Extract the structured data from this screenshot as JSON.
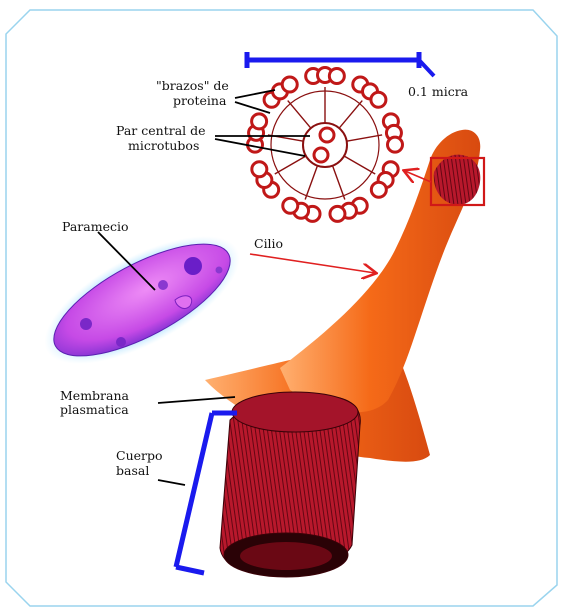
{
  "labels": {
    "brazos_line1": "\"brazos\" de",
    "brazos_line2": "proteina",
    "par_line1": "Par central de",
    "par_line2": "microtubos",
    "scale": "0.1 micra",
    "paramecio": "Paramecio",
    "cilio": "Cilio",
    "membrana_line1": "Membrana",
    "membrana_line2": "plasmatica",
    "cuerpo_line1": "Cuerpo",
    "cuerpo_line2": "basal"
  },
  "colors": {
    "frame": "#9ad4ee",
    "scale_bar": "#1a1aee",
    "microtubule": "#c01818",
    "cilium_orange": "#f26a18",
    "basal_red": "#b01628",
    "paramecium_body": "#c84ae8",
    "paramecium_glow": "#7fd0ff",
    "arrow": "#e02020"
  }
}
